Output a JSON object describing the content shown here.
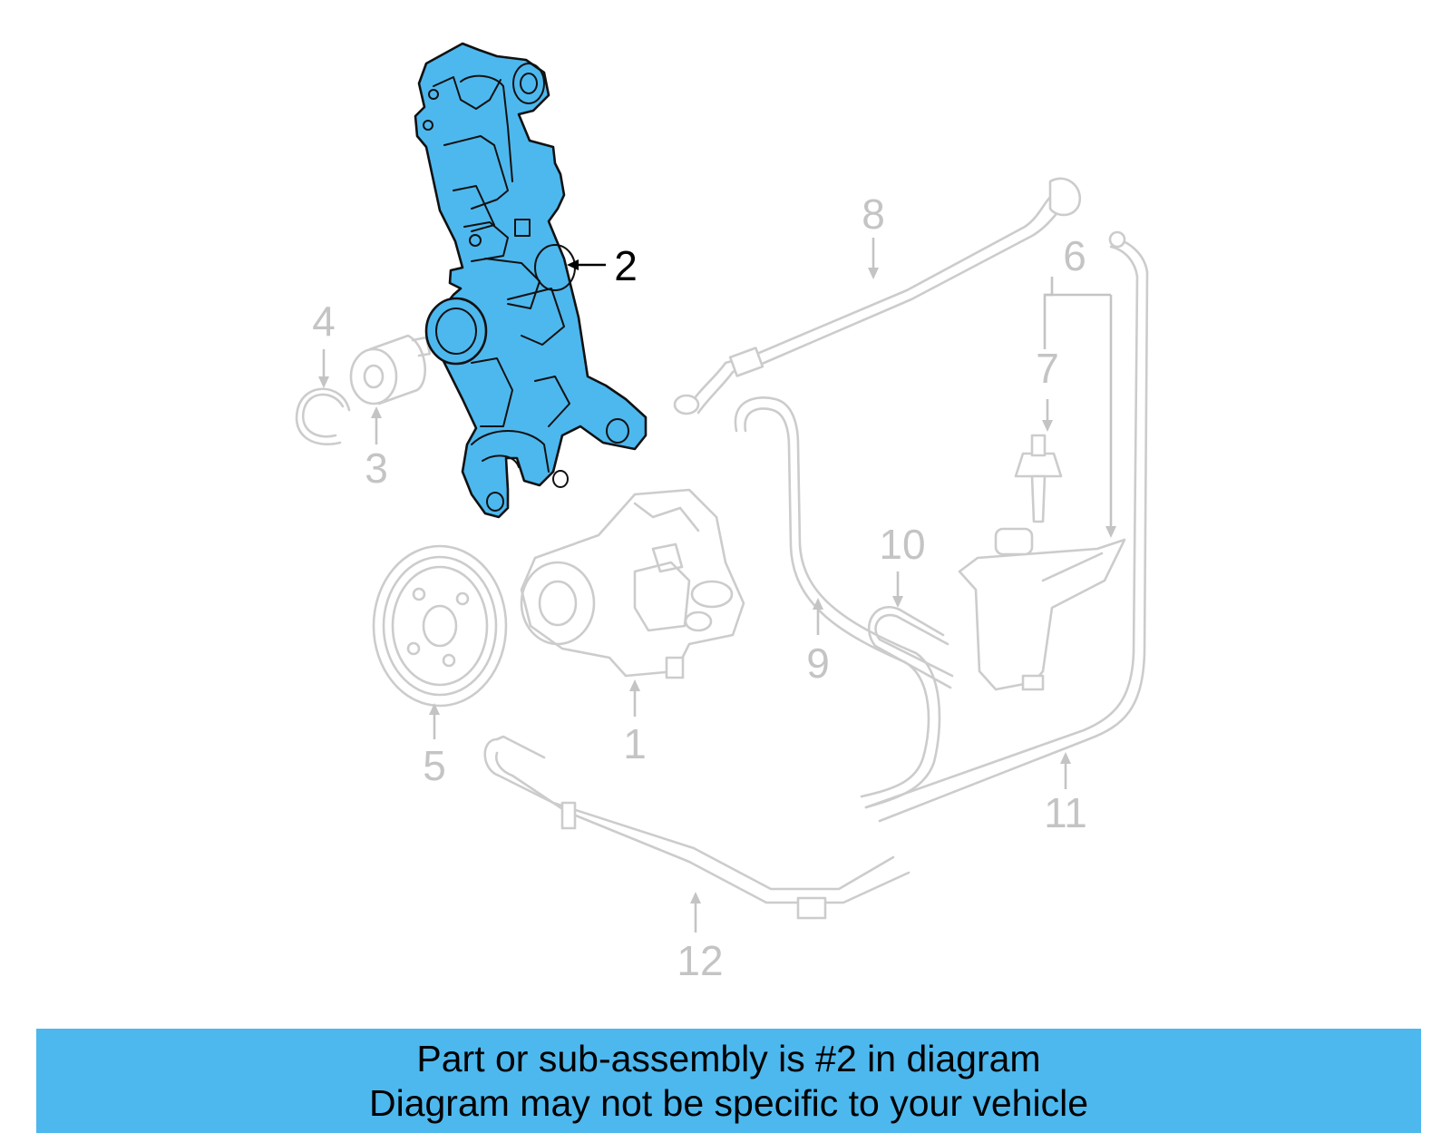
{
  "callouts": [
    {
      "id": "1",
      "label": "1",
      "highlighted": false
    },
    {
      "id": "2",
      "label": "2",
      "highlighted": true
    },
    {
      "id": "3",
      "label": "3",
      "highlighted": false
    },
    {
      "id": "4",
      "label": "4",
      "highlighted": false
    },
    {
      "id": "5",
      "label": "5",
      "highlighted": false
    },
    {
      "id": "6",
      "label": "6",
      "highlighted": false
    },
    {
      "id": "7",
      "label": "7",
      "highlighted": false
    },
    {
      "id": "8",
      "label": "8",
      "highlighted": false
    },
    {
      "id": "9",
      "label": "9",
      "highlighted": false
    },
    {
      "id": "10",
      "label": "10",
      "highlighted": false
    },
    {
      "id": "11",
      "label": "11",
      "highlighted": false
    },
    {
      "id": "12",
      "label": "12",
      "highlighted": false
    }
  ],
  "caption": {
    "line1": "Part or sub-assembly is #2 in diagram",
    "line2": "Diagram may not be specific to your vehicle"
  },
  "colors": {
    "highlight_fill": "#4db8ee",
    "caption_background": "#4db8ee",
    "ghost_line": "#cccccc",
    "callout_text": "#c4c4c4"
  }
}
